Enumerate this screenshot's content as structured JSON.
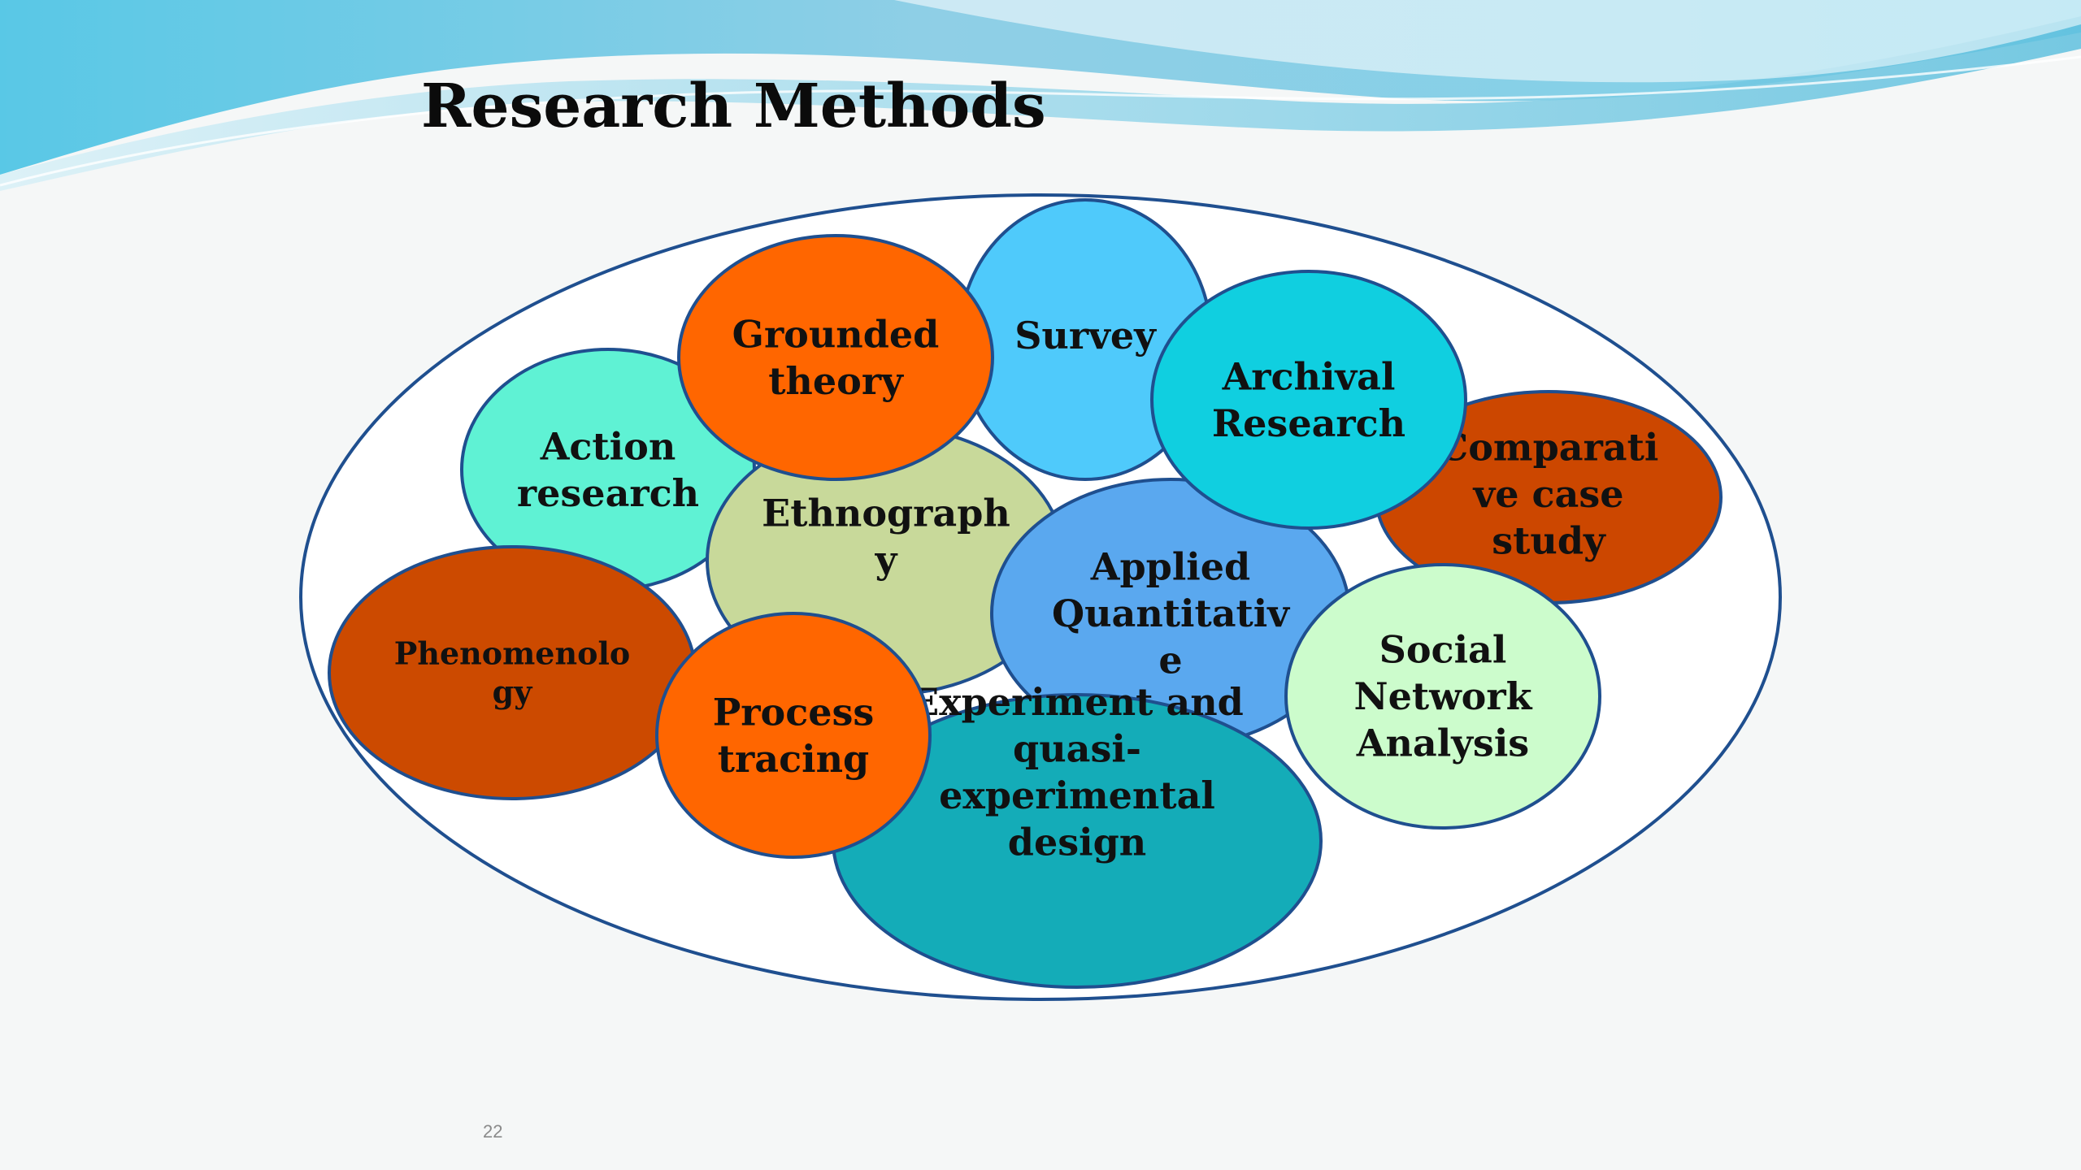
{
  "slide": {
    "title": "Research Methods",
    "page_number": "22"
  },
  "diagram": {
    "bubbles": [
      {
        "id": "action-research",
        "lines": [
          "Action",
          "research"
        ],
        "color": "#5ff2d4"
      },
      {
        "id": "survey",
        "lines": [
          "Survey"
        ],
        "color": "#4fcafb"
      },
      {
        "id": "ethnography",
        "lines": [
          "Ethnograph",
          "y"
        ],
        "color": "#c8d99a"
      },
      {
        "id": "grounded-theory",
        "lines": [
          "Grounded",
          "theory"
        ],
        "color": "#ff6600"
      },
      {
        "id": "comparative-case-study",
        "lines": [
          "Comparati",
          "ve case",
          "study"
        ],
        "color": "#cc4700"
      },
      {
        "id": "applied-quantitative",
        "lines": [
          "Applied",
          "Quantitativ",
          "e"
        ],
        "color": "#5aa8ef"
      },
      {
        "id": "archival-research",
        "lines": [
          "Archival",
          "Research"
        ],
        "color": "#10cfe0"
      },
      {
        "id": "phenomenology",
        "lines": [
          "Phenomenolo",
          "gy"
        ],
        "color": "#cc4a00"
      },
      {
        "id": "experiment-design",
        "lines": [
          "Experiment and",
          "quasi-",
          "experimental",
          "design"
        ],
        "color": "#14acb8"
      },
      {
        "id": "process-tracing",
        "lines": [
          "Process",
          "tracing"
        ],
        "color": "#ff6600"
      },
      {
        "id": "social-network-analysis",
        "lines": [
          "Social",
          "Network",
          "Analysis"
        ],
        "color": "#ccfccc"
      }
    ]
  },
  "colors": {
    "outline": "#1f4f8f",
    "container_fill": "#ffffff",
    "wave_dark": "#39a9d6",
    "wave_light": "#a6dcee"
  }
}
